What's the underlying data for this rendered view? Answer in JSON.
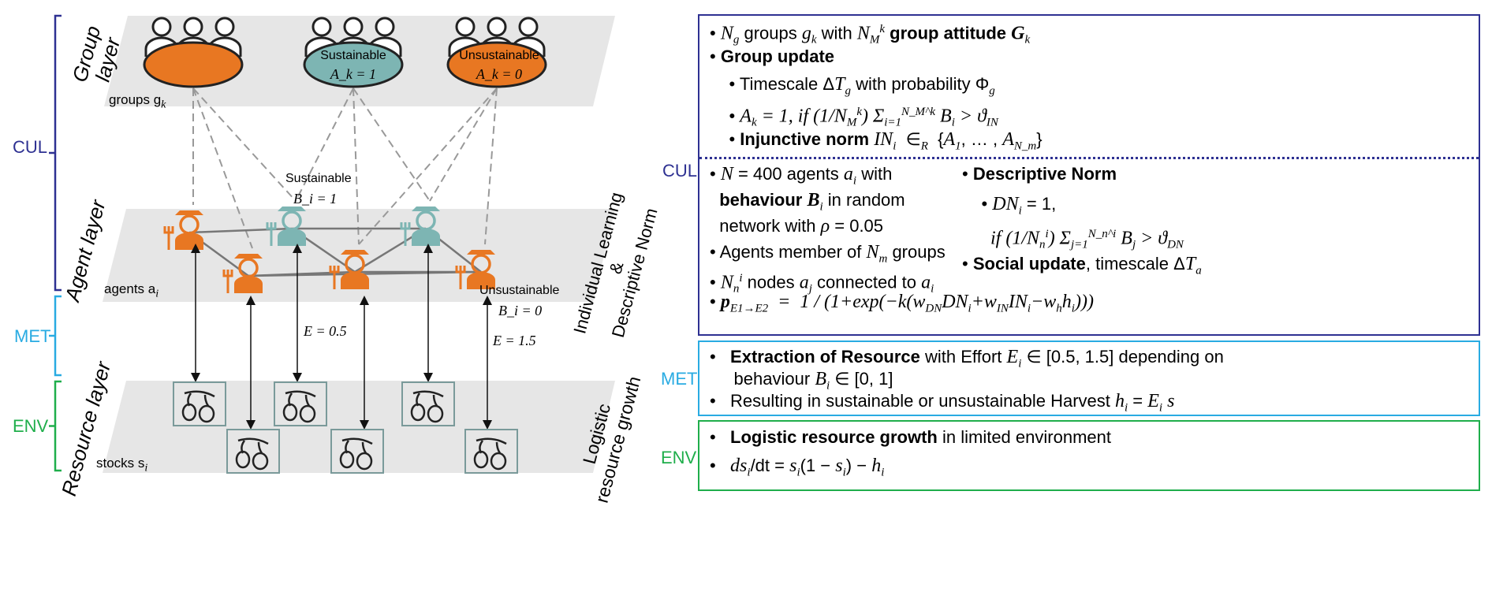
{
  "colors": {
    "cul": "#2e3192",
    "met": "#29abe2",
    "env": "#1fae4b",
    "orange": "#e87722",
    "teal": "#7db5b3",
    "layer": "#e6e6e6"
  },
  "left": {
    "brackets": {
      "cul": "CUL",
      "met": "MET",
      "env": "ENV"
    },
    "layers": {
      "group": "Group\nlayer",
      "agent": "Agent layer",
      "resource": "Resource layer"
    },
    "layer_subs": {
      "group": "groups g",
      "group_sub": "k",
      "agent": "agents a",
      "agent_sub": "i",
      "resource": "stocks s",
      "resource_sub": "i"
    },
    "groups": [
      {
        "label": "",
        "eq": "",
        "color": "orange"
      },
      {
        "label": "Sustainable",
        "eq": "A_k = 1",
        "color": "teal"
      },
      {
        "label": "Unsustainable",
        "eq": "A_k = 0",
        "color": "orange"
      }
    ],
    "annotations": {
      "sustainable": "Sustainable",
      "sustainable_eq": "B_i = 1",
      "unsustainable": "Unsustainable",
      "unsustainable_eq": "B_i = 0",
      "e_low": "E = 0.5",
      "e_high": "E = 1.5"
    },
    "side_labels": {
      "learning": "Individual Learning\n&\nDescriptive Norm",
      "growth": "Logistic\nresource growth"
    },
    "icons": [
      "group-of-people-icon",
      "farmer-icon",
      "olive-branch-icon"
    ]
  },
  "right": {
    "side_labels": {
      "cul": "CUL",
      "met": "MET",
      "env": "ENV"
    },
    "cul_top": [
      [
        {
          "t": "• "
        },
        {
          "t": "N",
          "s": "i"
        },
        {
          "t": "g",
          "s": "sub"
        },
        {
          "t": " groups "
        },
        {
          "t": "g",
          "s": "i"
        },
        {
          "t": "k",
          "s": "sub"
        },
        {
          "t": " with "
        },
        {
          "t": "N",
          "s": "i"
        },
        {
          "t": "M",
          "s": "sub"
        },
        {
          "t": "k",
          "s": "sup"
        },
        {
          "t": " group attitude ",
          "s": "b"
        },
        {
          "t": "G",
          "s": "bi"
        },
        {
          "t": "k",
          "s": "sub"
        }
      ],
      [
        {
          "t": "• "
        },
        {
          "t": "Group update",
          "s": "b"
        }
      ],
      [
        {
          "t": "    • Timescale Δ"
        },
        {
          "t": "T",
          "s": "i"
        },
        {
          "t": "g",
          "s": "sub"
        },
        {
          "t": " with probability Φ"
        },
        {
          "t": "g",
          "s": "sub"
        }
      ],
      [
        {
          "t": "    • "
        },
        {
          "t": "A",
          "s": "i"
        },
        {
          "t": "k",
          "s": "sub"
        },
        {
          "t": " = 1, if ",
          "s": "i"
        },
        {
          "t": "(1/N",
          "s": "i"
        },
        {
          "t": "M",
          "s": "sub"
        },
        {
          "t": "k",
          "s": "sup"
        },
        {
          "t": ") Σ",
          "s": "i"
        },
        {
          "t": "i=1",
          "s": "sub"
        },
        {
          "t": "N_M^k",
          "s": "sup"
        },
        {
          "t": " B",
          "s": "i"
        },
        {
          "t": "i",
          "s": "sub"
        },
        {
          "t": " > ϑ",
          "s": "i"
        },
        {
          "t": "IN",
          "s": "sub"
        }
      ],
      [
        {
          "t": "    • "
        },
        {
          "t": "Injunctive norm ",
          "s": "b"
        },
        {
          "t": "IN",
          "s": "i"
        },
        {
          "t": "i",
          "s": "sub"
        },
        {
          "t": "  ∈"
        },
        {
          "t": "R",
          "s": "sub"
        },
        {
          "t": "  {"
        },
        {
          "t": "A",
          "s": "i"
        },
        {
          "t": "1",
          "s": "sub"
        },
        {
          "t": ", … , "
        },
        {
          "t": "A",
          "s": "i"
        },
        {
          "t": "N_m",
          "s": "sub"
        },
        {
          "t": "}"
        }
      ]
    ],
    "cul_left": [
      [
        {
          "t": "• "
        },
        {
          "t": "N",
          "s": "i"
        },
        {
          "t": " = 400 agents "
        },
        {
          "t": "a",
          "s": "i"
        },
        {
          "t": "i",
          "s": "sub"
        },
        {
          "t": " with"
        }
      ],
      [
        {
          "t": "  "
        },
        {
          "t": "behaviour ",
          "s": "b"
        },
        {
          "t": "B",
          "s": "bi"
        },
        {
          "t": "i",
          "s": "sub"
        },
        {
          "t": " in random"
        }
      ],
      [
        {
          "t": "  network with "
        },
        {
          "t": "ρ",
          "s": "i"
        },
        {
          "t": " = 0.05"
        }
      ],
      [
        {
          "t": "• Agents member of "
        },
        {
          "t": "N",
          "s": "i"
        },
        {
          "t": "m",
          "s": "sub"
        },
        {
          "t": " groups"
        }
      ],
      [
        {
          "t": "• "
        },
        {
          "t": "N",
          "s": "i"
        },
        {
          "t": "n",
          "s": "sub"
        },
        {
          "t": "i",
          "s": "sup"
        },
        {
          "t": " nodes "
        },
        {
          "t": "a",
          "s": "i"
        },
        {
          "t": "j",
          "s": "sub"
        },
        {
          "t": " connected to "
        },
        {
          "t": "a",
          "s": "i"
        },
        {
          "t": "i",
          "s": "sub"
        }
      ]
    ],
    "cul_right": [
      [
        {
          "t": "• "
        },
        {
          "t": "Descriptive Norm",
          "s": "b"
        }
      ],
      [
        {
          "t": "    • "
        },
        {
          "t": "DN",
          "s": "i"
        },
        {
          "t": "i",
          "s": "sub"
        },
        {
          "t": " = 1,"
        }
      ],
      [
        {
          "t": "      if ",
          "s": "i"
        },
        {
          "t": "(1/N",
          "s": "i"
        },
        {
          "t": "n",
          "s": "sub"
        },
        {
          "t": "i",
          "s": "sup"
        },
        {
          "t": ") Σ",
          "s": "i"
        },
        {
          "t": "j=1",
          "s": "sub"
        },
        {
          "t": "N_n^i",
          "s": "sup"
        },
        {
          "t": " B",
          "s": "i"
        },
        {
          "t": "j",
          "s": "sub"
        },
        {
          "t": " > ϑ",
          "s": "i"
        },
        {
          "t": "DN",
          "s": "sub"
        }
      ],
      [
        {
          "t": "• "
        },
        {
          "t": "Social update",
          "s": "b"
        },
        {
          "t": ", timescale Δ"
        },
        {
          "t": "T",
          "s": "i"
        },
        {
          "t": "a",
          "s": "sub"
        }
      ]
    ],
    "cul_formula": [
      {
        "t": "• "
      },
      {
        "t": "p",
        "s": "bi"
      },
      {
        "t": "E1→E2",
        "s": "sub"
      },
      {
        "t": "  =  1 / (1+exp(−k(w",
        "s": "i"
      },
      {
        "t": "DN",
        "s": "sub"
      },
      {
        "t": "DN",
        "s": "i"
      },
      {
        "t": "i",
        "s": "sub"
      },
      {
        "t": "+w",
        "s": "i"
      },
      {
        "t": "IN",
        "s": "sub"
      },
      {
        "t": "IN",
        "s": "i"
      },
      {
        "t": "i",
        "s": "sub"
      },
      {
        "t": "−w",
        "s": "i"
      },
      {
        "t": "h",
        "s": "sub"
      },
      {
        "t": "h",
        "s": "i"
      },
      {
        "t": "i",
        "s": "sub"
      },
      {
        "t": ")))",
        "s": "i"
      }
    ],
    "met": [
      [
        {
          "t": "•   "
        },
        {
          "t": "Extraction of Resource",
          "s": "b"
        },
        {
          "t": " with Effort "
        },
        {
          "t": "E",
          "s": "i"
        },
        {
          "t": "i",
          "s": "sub"
        },
        {
          "t": " ∈ [0.5, 1.5] depending on"
        }
      ],
      [
        {
          "t": "     behaviour "
        },
        {
          "t": "B",
          "s": "i"
        },
        {
          "t": "i",
          "s": "sub"
        },
        {
          "t": " ∈ [0, 1]"
        }
      ],
      [
        {
          "t": "•   Resulting in sustainable or unsustainable Harvest "
        },
        {
          "t": "h",
          "s": "i"
        },
        {
          "t": "i",
          "s": "sub"
        },
        {
          "t": " = "
        },
        {
          "t": "E",
          "s": "i"
        },
        {
          "t": "i",
          "s": "sub"
        },
        {
          "t": " s",
          "s": "i"
        }
      ]
    ],
    "env": [
      [
        {
          "t": "•   "
        },
        {
          "t": "Logistic resource growth",
          "s": "b"
        },
        {
          "t": " in limited environment"
        }
      ],
      [
        {
          "t": "•   "
        },
        {
          "t": "ds",
          "s": "i"
        },
        {
          "t": "i",
          "s": "sub"
        },
        {
          "t": "/dt = "
        },
        {
          "t": "s",
          "s": "i"
        },
        {
          "t": "i",
          "s": "sub"
        },
        {
          "t": "(1 − "
        },
        {
          "t": "s",
          "s": "i"
        },
        {
          "t": "i",
          "s": "sub"
        },
        {
          "t": ") − "
        },
        {
          "t": "h",
          "s": "i"
        },
        {
          "t": "i",
          "s": "sub"
        }
      ]
    ]
  }
}
